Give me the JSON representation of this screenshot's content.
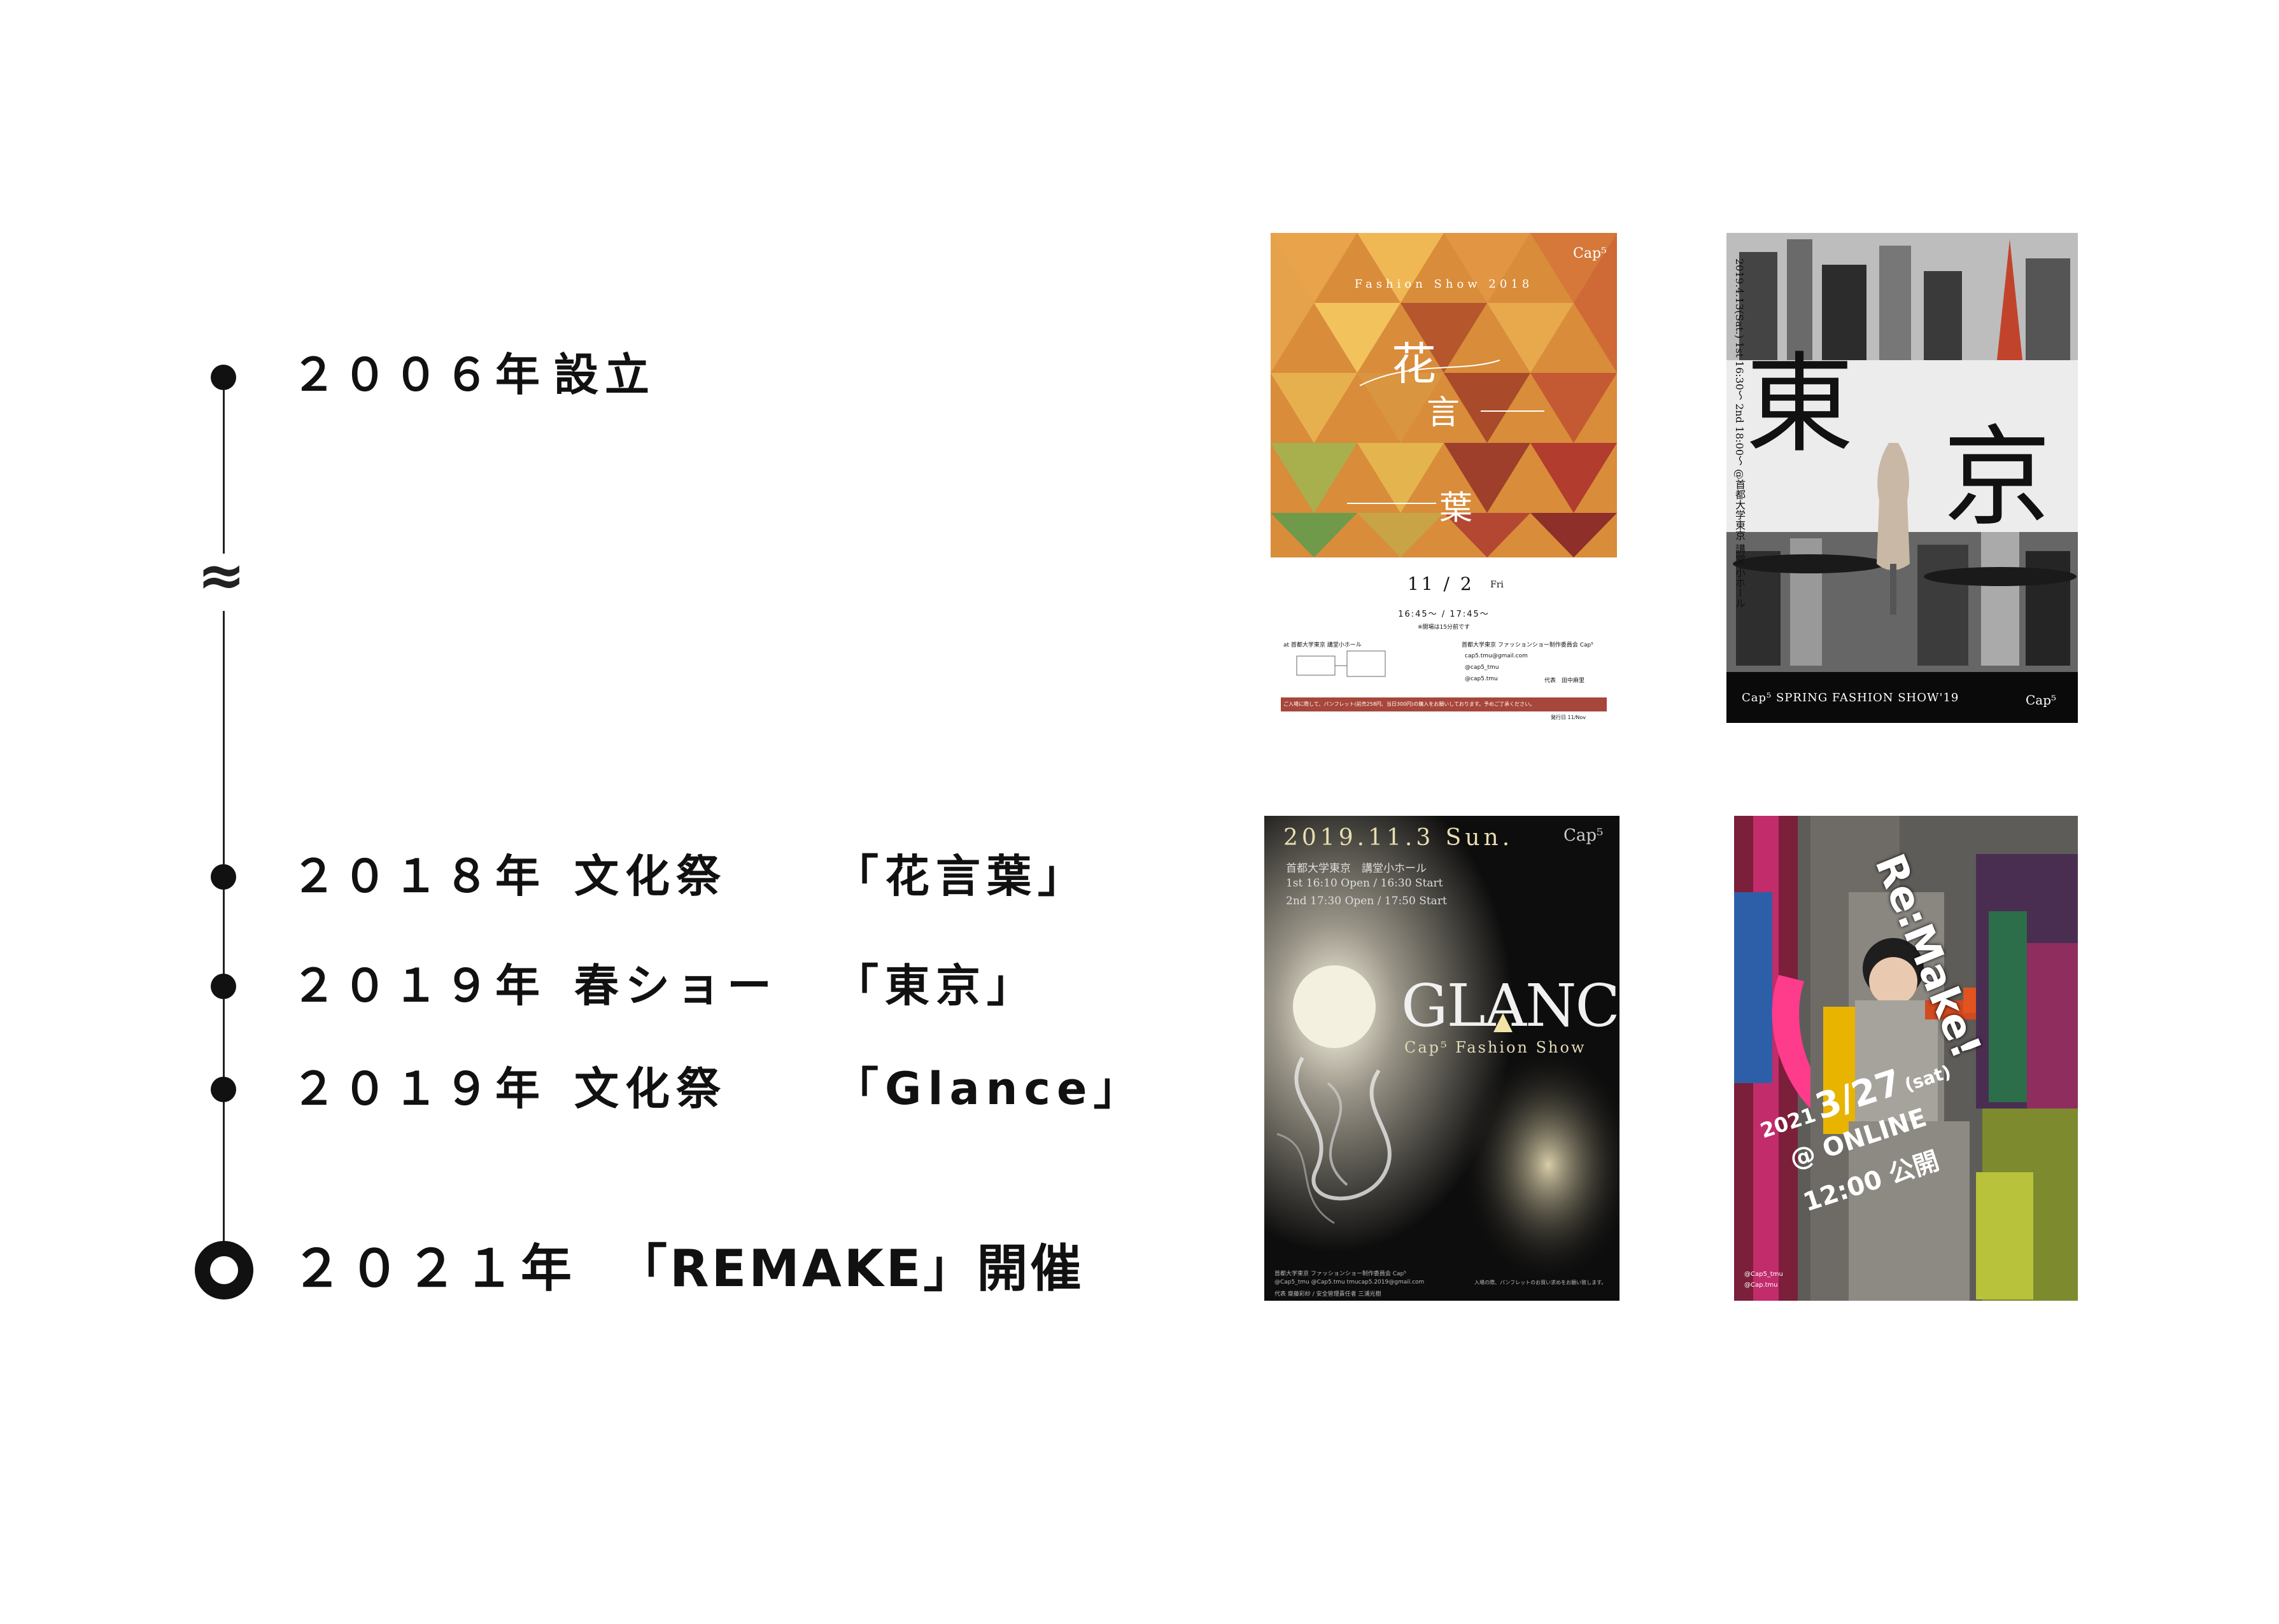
{
  "timeline": [
    {
      "year": "２００６年",
      "event": "設立",
      "title": ""
    },
    {
      "year": "２０１８年",
      "event": "文化祭",
      "title": "「花言葉」"
    },
    {
      "year": "２０１９年",
      "event": "春ショー",
      "title": "「東京」"
    },
    {
      "year": "２０１９年",
      "event": "文化祭",
      "title": "「Glance」"
    },
    {
      "year": "２０２１年",
      "event": "「REMAKE」開催",
      "title": ""
    }
  ],
  "gap_symbol": "≈",
  "posters": {
    "p1": {
      "brand": "Cap⁵",
      "subtitle": "Fashion Show 2018",
      "t1": "花",
      "t2": "言",
      "t3": "葉",
      "date": "11 / 2",
      "weekday": "Fri",
      "times": "16:45～ / 17:45～",
      "note": "※開場は15分前です",
      "venue": "at 首都大学東京 講堂小ホール",
      "org": "首都大学東京 ファッションショー制作委員会 Cap⁵",
      "email": "cap5.tmu@gmail.com",
      "twitter": "@cap5_tmu",
      "instagram": "@cap5.tmu",
      "rep": "代表　田中麻里",
      "banner": "ご入場に際して、パンフレット(前売258円、当日300円)の購入をお願いしております。予めご了承ください。",
      "footer": "発行日 11/Nov"
    },
    "p2": {
      "big1": "東",
      "big2": "京",
      "vertical": "2019.4.13(Sat.) 1st 16:30～ 2nd 18:00～ @首都大学東京 講堂 小ホール",
      "footer": "Cap⁵ SPRING FASHION SHOW'19",
      "logo": "Cap⁵"
    },
    "p3": {
      "date": "2019.11.3 Sun.",
      "venue": "首都大学東京　講堂小ホール",
      "show1": "1st 16:10 Open / 16:30 Start",
      "show2": "2nd 17:30 Open / 17:50 Start",
      "title": "GLANCE",
      "subtitle": "Cap⁵ Fashion Show",
      "logo": "Cap⁵",
      "org": "首都大学東京 ファッションショー制作委員会 Cap⁵",
      "sns": "@Cap5_tmu  @Cap5.tmu  tmucap5.2019@gmail.com",
      "note": "入場の際、パンフレットのお買い求めをお願い致します。",
      "footer": "代表 齋藤彩紗 / 安全管理責任者 三浦光樹"
    },
    "p4": {
      "title": "Re:Make!",
      "year": "2021",
      "date": "3/27",
      "weekday": "(sat)",
      "online": "@ ONLINE",
      "time": "12:00 公開",
      "twitter": "@Cap5_tmu",
      "instagram": "@Cap.tmu"
    }
  }
}
